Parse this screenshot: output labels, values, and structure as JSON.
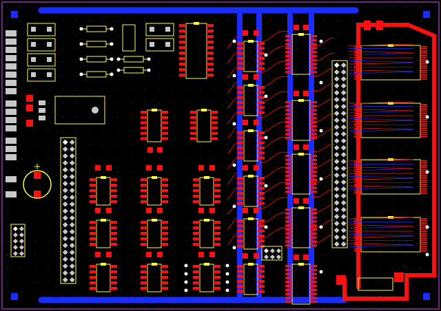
{
  "window": {
    "title": ""
  },
  "board": {
    "background": "#000000",
    "outline_color": "#6b2a7a",
    "grid_color": "#3a3a3a",
    "colors": {
      "copper_top": "#ff1010",
      "copper_bottom": "#1a2cff",
      "silkscreen": "#ffff3c",
      "pad": "#ff1010",
      "via": "#ffffff",
      "drill": "#1a2cff",
      "connector_pad": "#c8c8c8"
    },
    "layers": [
      "copper-top",
      "copper-bottom",
      "silkscreen",
      "vias",
      "pads"
    ],
    "icons": {
      "mount_hole": "mount-hole-icon",
      "battery": "battery-icon",
      "regulator": "regulator-icon"
    }
  }
}
